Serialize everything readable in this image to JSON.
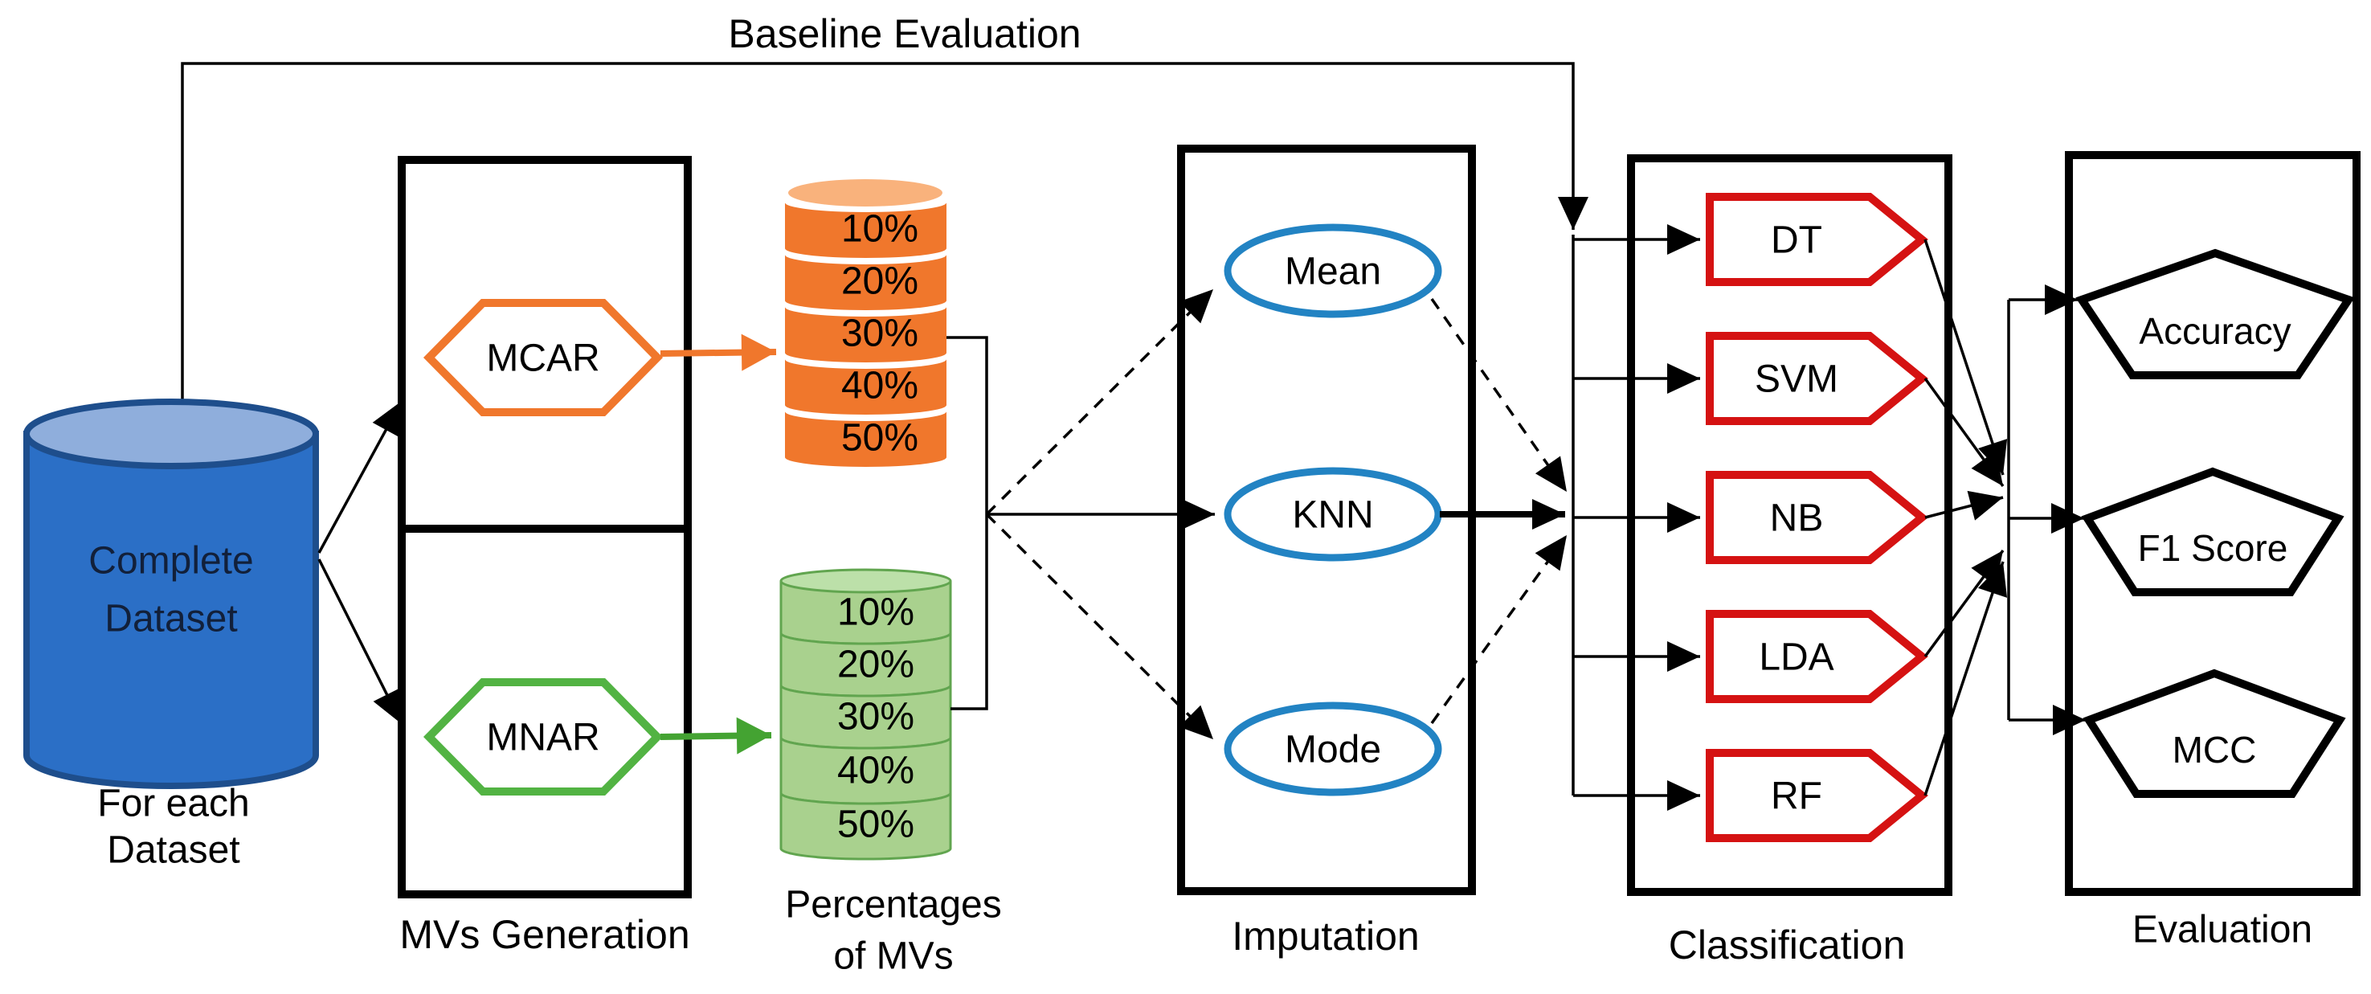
{
  "baseline": {
    "label": "Baseline Evaluation"
  },
  "dataset": {
    "name_line1": "Complete",
    "name_line2": "Dataset",
    "caption_line1": "For each",
    "caption_line2": "Dataset"
  },
  "mvs": {
    "label": "MVs Generation",
    "mcar": "MCAR",
    "mnar": "MNAR"
  },
  "percent": {
    "caption_line1": "Percentages",
    "caption_line2": "of MVs",
    "mcar_levels": [
      "10%",
      "20%",
      "30%",
      "40%",
      "50%"
    ],
    "mnar_levels": [
      "10%",
      "20%",
      "30%",
      "40%",
      "50%"
    ]
  },
  "imputation": {
    "label": "Imputation",
    "methods": [
      "Mean",
      "KNN",
      "Mode"
    ]
  },
  "classification": {
    "label": "Classification",
    "classifiers": [
      "DT",
      "SVM",
      "NB",
      "LDA",
      "RF"
    ]
  },
  "evaluation": {
    "label": "Evaluation",
    "metrics": [
      "Accuracy",
      "F1 Score",
      "MCC"
    ]
  },
  "colors": {
    "black": "#000000",
    "orange": "#F0772C",
    "orange_light": "#F9B27C",
    "green_stroke": "#52B343",
    "green_arrow": "#44A332",
    "green_fill": "#A9D18E",
    "green_fill_light": "#BCE0A9",
    "green_outline": "#61A54F",
    "blue_body": "#2B6FC6",
    "blue_top": "#8FAEDC",
    "blue_outline": "#1E4E8C",
    "imputation_blue": "#2283C3",
    "red": "#D51212",
    "dataset_text": "#12203A"
  }
}
